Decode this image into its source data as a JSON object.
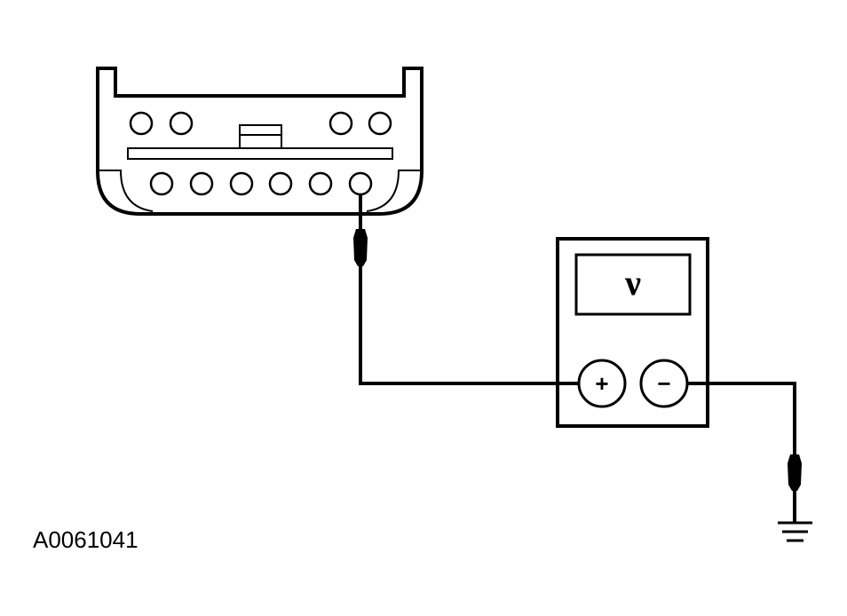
{
  "figure": {
    "id_label": "A0061041"
  },
  "meter": {
    "display_symbol": "ν",
    "positive_terminal": "+",
    "negative_terminal": "−"
  },
  "connector": {
    "top_row_pins": 4,
    "bottom_row_pins": 6,
    "probed_pin": "bottom-6"
  },
  "colors": {
    "line": "#000000",
    "background": "#ffffff"
  },
  "icons": {
    "ground": "ground-symbol-icon",
    "probe": "probe-tip-icon"
  }
}
